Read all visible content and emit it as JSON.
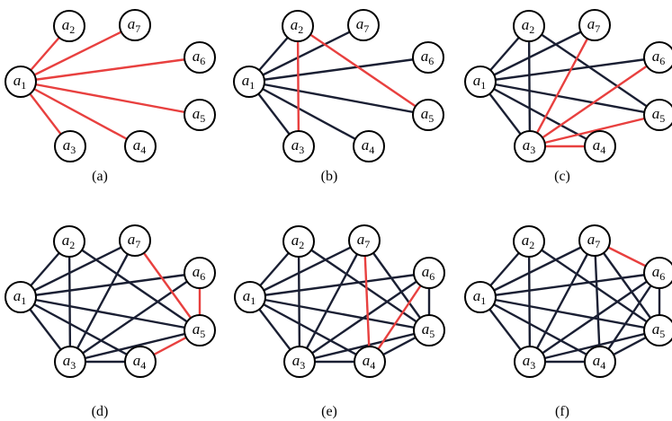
{
  "colors": {
    "edge_default": "#1a1f33",
    "edge_highlight": "#e8403f",
    "node_fill": "#ffffff",
    "node_stroke": "#000000"
  },
  "node_letter": "a",
  "node_ids": [
    "1",
    "2",
    "3",
    "4",
    "5",
    "6",
    "7"
  ],
  "panels": [
    {
      "caption": "(a)",
      "edges": [],
      "highlighted_edges": [
        [
          "1",
          "2"
        ],
        [
          "1",
          "7"
        ],
        [
          "1",
          "6"
        ],
        [
          "1",
          "5"
        ],
        [
          "1",
          "4"
        ],
        [
          "1",
          "3"
        ]
      ]
    },
    {
      "caption": "(b)",
      "edges": [
        [
          "1",
          "2"
        ],
        [
          "1",
          "7"
        ],
        [
          "1",
          "6"
        ],
        [
          "1",
          "5"
        ],
        [
          "1",
          "4"
        ],
        [
          "1",
          "3"
        ]
      ],
      "highlighted_edges": [
        [
          "2",
          "3"
        ],
        [
          "2",
          "5"
        ]
      ]
    },
    {
      "caption": "(c)",
      "edges": [
        [
          "1",
          "2"
        ],
        [
          "1",
          "7"
        ],
        [
          "1",
          "6"
        ],
        [
          "1",
          "5"
        ],
        [
          "1",
          "4"
        ],
        [
          "1",
          "3"
        ],
        [
          "2",
          "3"
        ],
        [
          "2",
          "5"
        ]
      ],
      "highlighted_edges": [
        [
          "3",
          "7"
        ],
        [
          "3",
          "6"
        ],
        [
          "3",
          "5"
        ],
        [
          "3",
          "4"
        ]
      ]
    },
    {
      "caption": "(d)",
      "edges": [
        [
          "1",
          "2"
        ],
        [
          "1",
          "7"
        ],
        [
          "1",
          "6"
        ],
        [
          "1",
          "5"
        ],
        [
          "1",
          "4"
        ],
        [
          "1",
          "3"
        ],
        [
          "2",
          "3"
        ],
        [
          "2",
          "5"
        ],
        [
          "3",
          "7"
        ],
        [
          "3",
          "6"
        ],
        [
          "3",
          "5"
        ],
        [
          "3",
          "4"
        ]
      ],
      "highlighted_edges": [
        [
          "5",
          "7"
        ],
        [
          "5",
          "6"
        ],
        [
          "5",
          "4"
        ]
      ]
    },
    {
      "caption": "(e)",
      "edges": [
        [
          "1",
          "2"
        ],
        [
          "1",
          "7"
        ],
        [
          "1",
          "6"
        ],
        [
          "1",
          "5"
        ],
        [
          "1",
          "4"
        ],
        [
          "1",
          "3"
        ],
        [
          "2",
          "3"
        ],
        [
          "2",
          "5"
        ],
        [
          "3",
          "7"
        ],
        [
          "3",
          "6"
        ],
        [
          "3",
          "5"
        ],
        [
          "3",
          "4"
        ],
        [
          "5",
          "7"
        ],
        [
          "5",
          "6"
        ],
        [
          "5",
          "4"
        ]
      ],
      "highlighted_edges": [
        [
          "4",
          "7"
        ],
        [
          "4",
          "6"
        ]
      ]
    },
    {
      "caption": "(f)",
      "edges": [
        [
          "1",
          "2"
        ],
        [
          "1",
          "7"
        ],
        [
          "1",
          "6"
        ],
        [
          "1",
          "5"
        ],
        [
          "1",
          "4"
        ],
        [
          "1",
          "3"
        ],
        [
          "2",
          "3"
        ],
        [
          "2",
          "5"
        ],
        [
          "3",
          "7"
        ],
        [
          "3",
          "6"
        ],
        [
          "3",
          "5"
        ],
        [
          "3",
          "4"
        ],
        [
          "5",
          "7"
        ],
        [
          "5",
          "6"
        ],
        [
          "5",
          "4"
        ],
        [
          "4",
          "7"
        ],
        [
          "4",
          "6"
        ]
      ],
      "highlighted_edges": [
        [
          "6",
          "7"
        ]
      ]
    }
  ]
}
